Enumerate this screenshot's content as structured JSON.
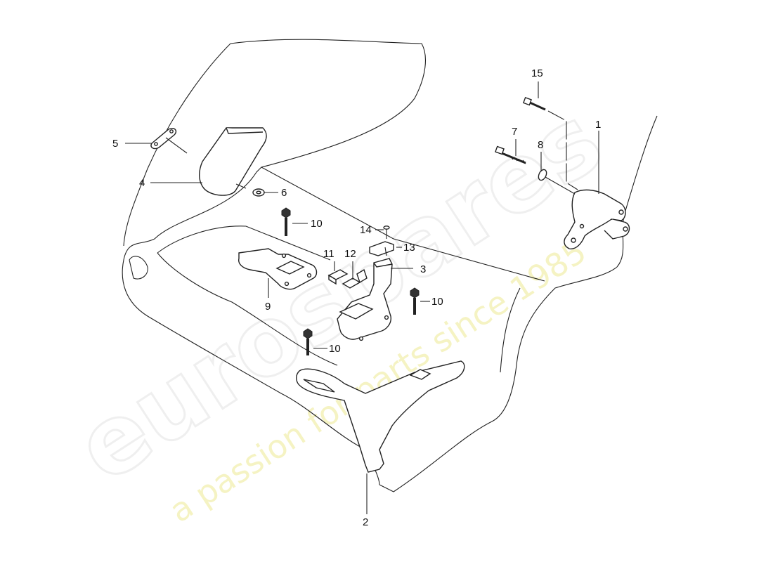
{
  "watermark": {
    "brand": "eurospares",
    "slogan": "a passion for parts since 1985"
  },
  "callouts": [
    {
      "id": "1",
      "label": "1"
    },
    {
      "id": "2",
      "label": "2"
    },
    {
      "id": "3",
      "label": "3"
    },
    {
      "id": "4",
      "label": "4"
    },
    {
      "id": "5",
      "label": "5"
    },
    {
      "id": "6",
      "label": "6"
    },
    {
      "id": "7",
      "label": "7"
    },
    {
      "id": "8",
      "label": "8"
    },
    {
      "id": "9",
      "label": "9"
    },
    {
      "id": "10a",
      "label": "10"
    },
    {
      "id": "10b",
      "label": "10"
    },
    {
      "id": "10c",
      "label": "10"
    },
    {
      "id": "11",
      "label": "11"
    },
    {
      "id": "12",
      "label": "12"
    },
    {
      "id": "13",
      "label": "13"
    },
    {
      "id": "14",
      "label": "14"
    },
    {
      "id": "15",
      "label": "15"
    }
  ]
}
